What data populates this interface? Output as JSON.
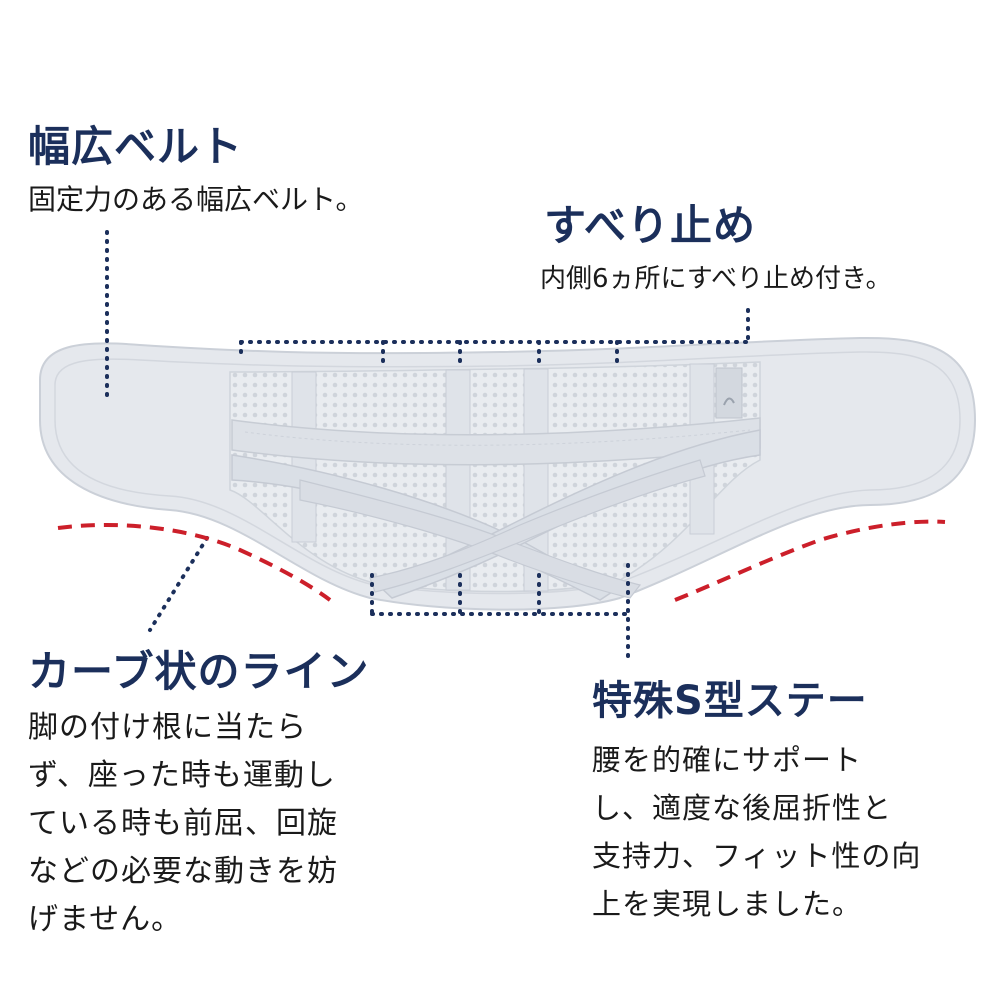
{
  "features": {
    "wide_belt": {
      "title": "幅広ベルト",
      "desc": "固定力のある幅広ベルト。"
    },
    "non_slip": {
      "title": "すべり止め",
      "desc": "内側6ヵ所にすべり止め付き。"
    },
    "curve_line": {
      "title": "カーブ状のライン",
      "desc_lines": [
        "脚の付け根に当たら",
        "ず、座った時も運動し",
        "ている時も前屈、回旋",
        "などの必要な動きを妨",
        "げません。"
      ]
    },
    "s_stay": {
      "title": "特殊S型ステー",
      "desc_lines": [
        "腰を的確にサポート",
        "し、適度な後屈折性と",
        "支持力、フィット性の向",
        "上を実現しました。"
      ]
    }
  },
  "colors": {
    "heading": "#1b2f5b",
    "dotted_line": "#1b2f5b",
    "curve_dash": "#cc1f2a",
    "belt_fill": "#e4e7ec",
    "mesh_fill": "#eceef1",
    "strap_fill": "#dde1e7"
  },
  "product": {
    "name": "lumbar-support-belt"
  }
}
